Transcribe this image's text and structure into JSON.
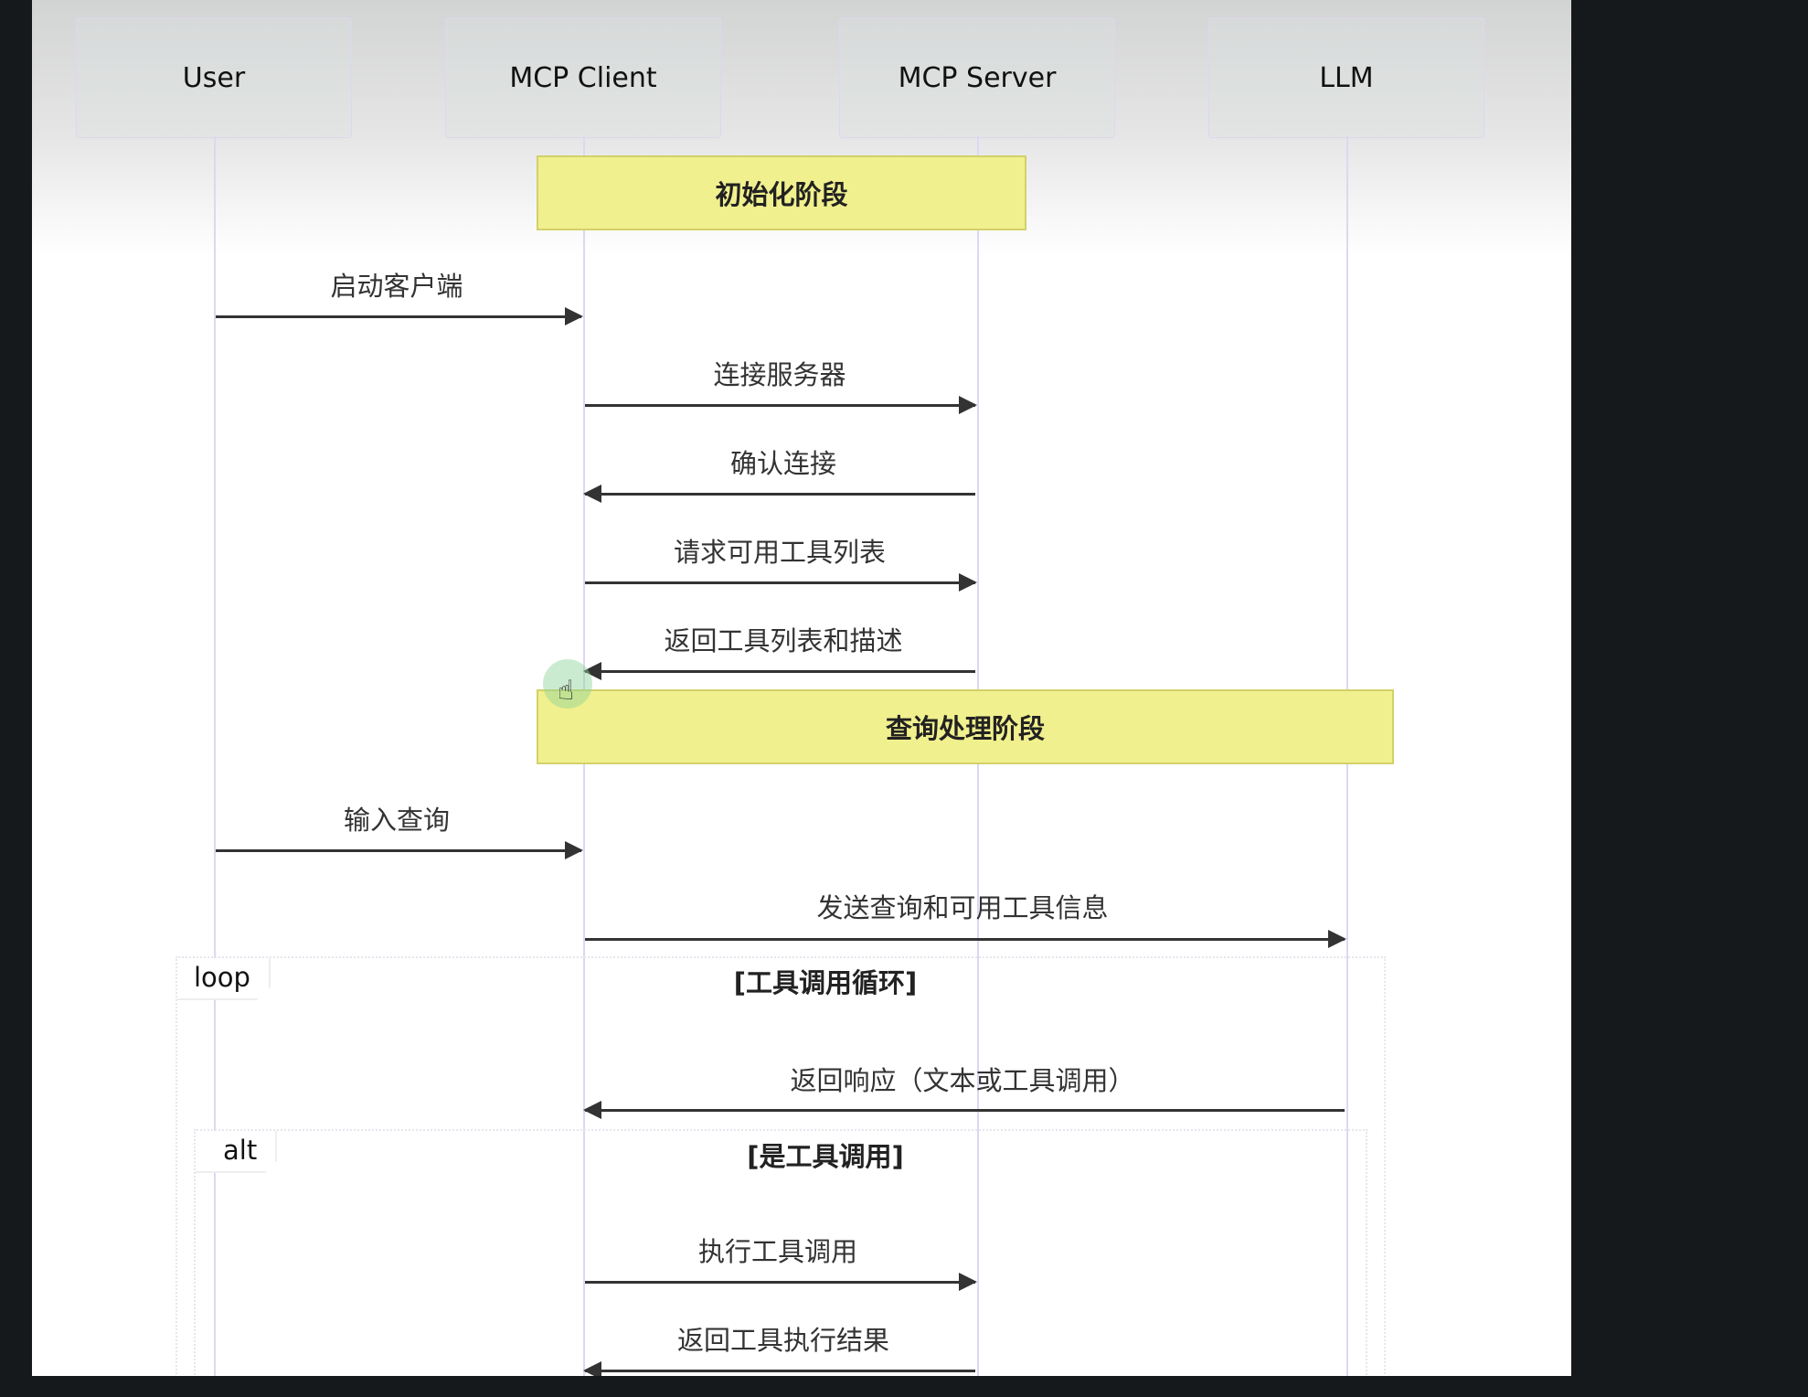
{
  "participants": [
    "User",
    "MCP Client",
    "MCP Server",
    "LLM"
  ],
  "notes": {
    "init": "初始化阶段",
    "query": "查询处理阶段"
  },
  "messages": [
    "启动客户端",
    "连接服务器",
    "确认连接",
    "请求可用工具列表",
    "返回工具列表和描述",
    "输入查询",
    "发送查询和可用工具信息",
    "返回响应（文本或工具调用）",
    "执行工具调用",
    "返回工具执行结果"
  ],
  "loop": {
    "tag": "loop",
    "condition": "[工具调用循环]"
  },
  "alt": {
    "tag": "alt",
    "condition": "[是工具调用]"
  },
  "colors": {
    "note": "#f1f08e",
    "lifeline": "#dcd8f2",
    "arrow": "#333333"
  }
}
